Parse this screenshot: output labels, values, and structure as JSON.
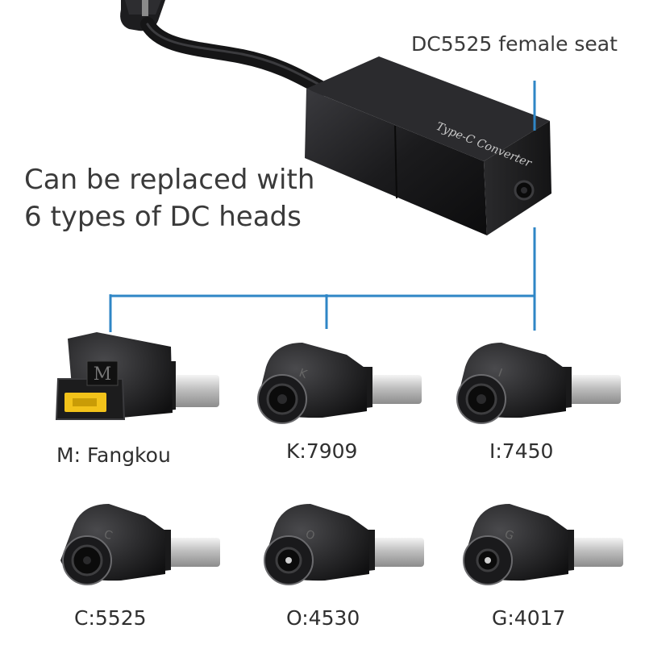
{
  "headline": {
    "line1": "Can be replaced with",
    "line2": "6 types of DC heads"
  },
  "seat_label": "DC5525 female seat",
  "converter_text": "Type-C Converter",
  "colors": {
    "connector_line": "#2f86c6",
    "device_body": "#1c1c1e",
    "square_tip": "#f2c21a"
  },
  "heads": [
    {
      "label": "M: Fangkou",
      "mark": "M"
    },
    {
      "label": "K:7909",
      "mark": "K"
    },
    {
      "label": "I:7450",
      "mark": "I"
    },
    {
      "label": "C:5525",
      "mark": "C"
    },
    {
      "label": "O:4530",
      "mark": "O"
    },
    {
      "label": "G:4017",
      "mark": "G"
    }
  ]
}
